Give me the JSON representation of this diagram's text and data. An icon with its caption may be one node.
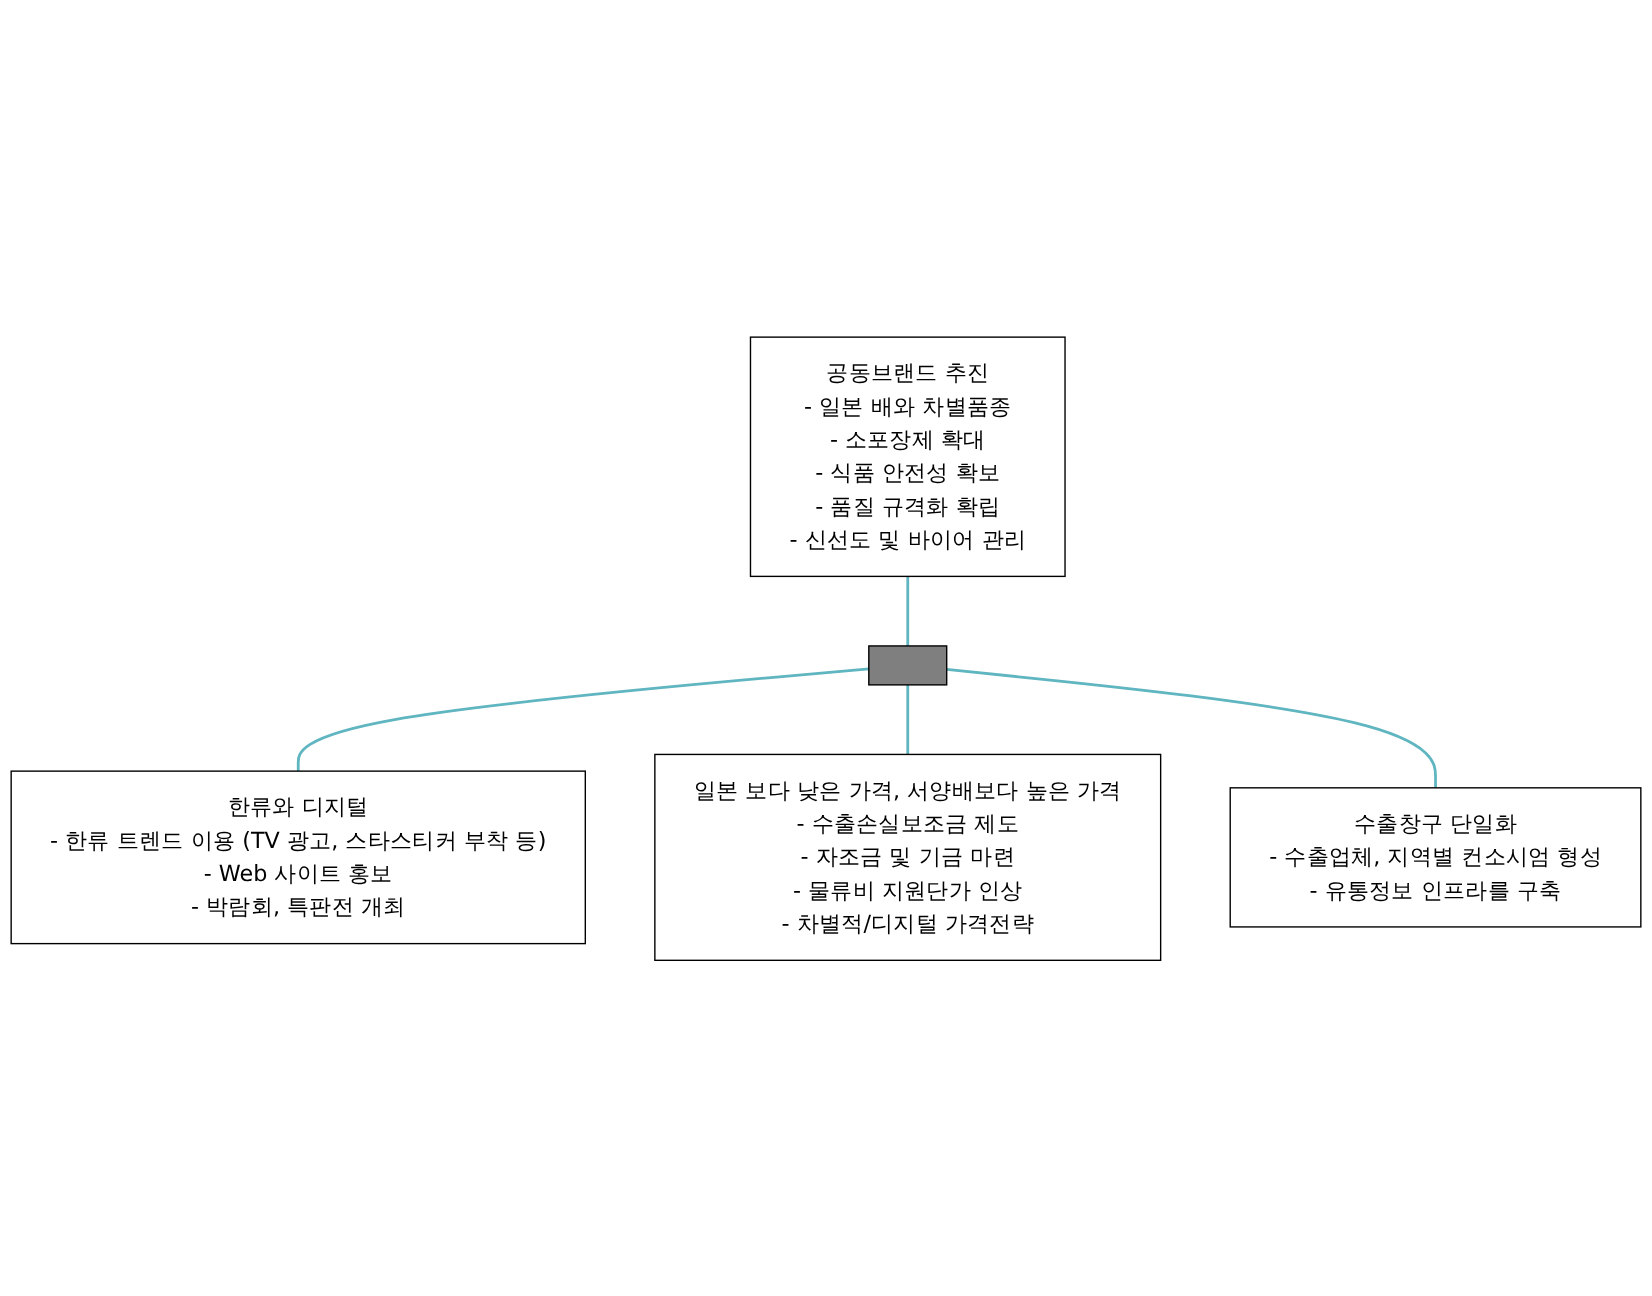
{
  "diagram": {
    "nodes": [
      {
        "text": [
          "공동브랜드 추진",
          "- 일본 배와 차별품종",
          "- 소포장제 확대",
          "- 식품 안전성 확보",
          "- 품질 규격화 확립",
          "- 신선도 및 바이어 관리"
        ]
      },
      {
        "text": [
          "한류와 디지털",
          "- 한류 트렌드 이용 (TV 광고, 스타스티커 부착 등)",
          "- Web 사이트 홍보",
          "- 박람회, 특판전 개최"
        ]
      },
      {
        "text": [],
        "shape": "box"
      },
      {
        "text": [
          "일본 보다 낮은 가격, 서양배보다 높은 가격",
          "- 수출손실보조금 제도",
          "- 자조금 및 기금 마련",
          "- 물류비 지원단가 인상",
          "- 차별적/디지털 가격전략"
        ]
      },
      {
        "text": [
          "수출창구 단일화",
          "- 수출업체, 지역별 컨소시엄 형성",
          "- 유통정보 인프라를 구축"
        ]
      }
    ],
    "edges": [
      {
        "from": 0,
        "to": 2,
        "arrow": "none"
      },
      {
        "from": 2,
        "to": 1,
        "arrow": "none"
      },
      {
        "from": 2,
        "to": 3,
        "arrow": "none"
      },
      {
        "from": 2,
        "to": 4,
        "arrow": "none"
      }
    ]
  }
}
